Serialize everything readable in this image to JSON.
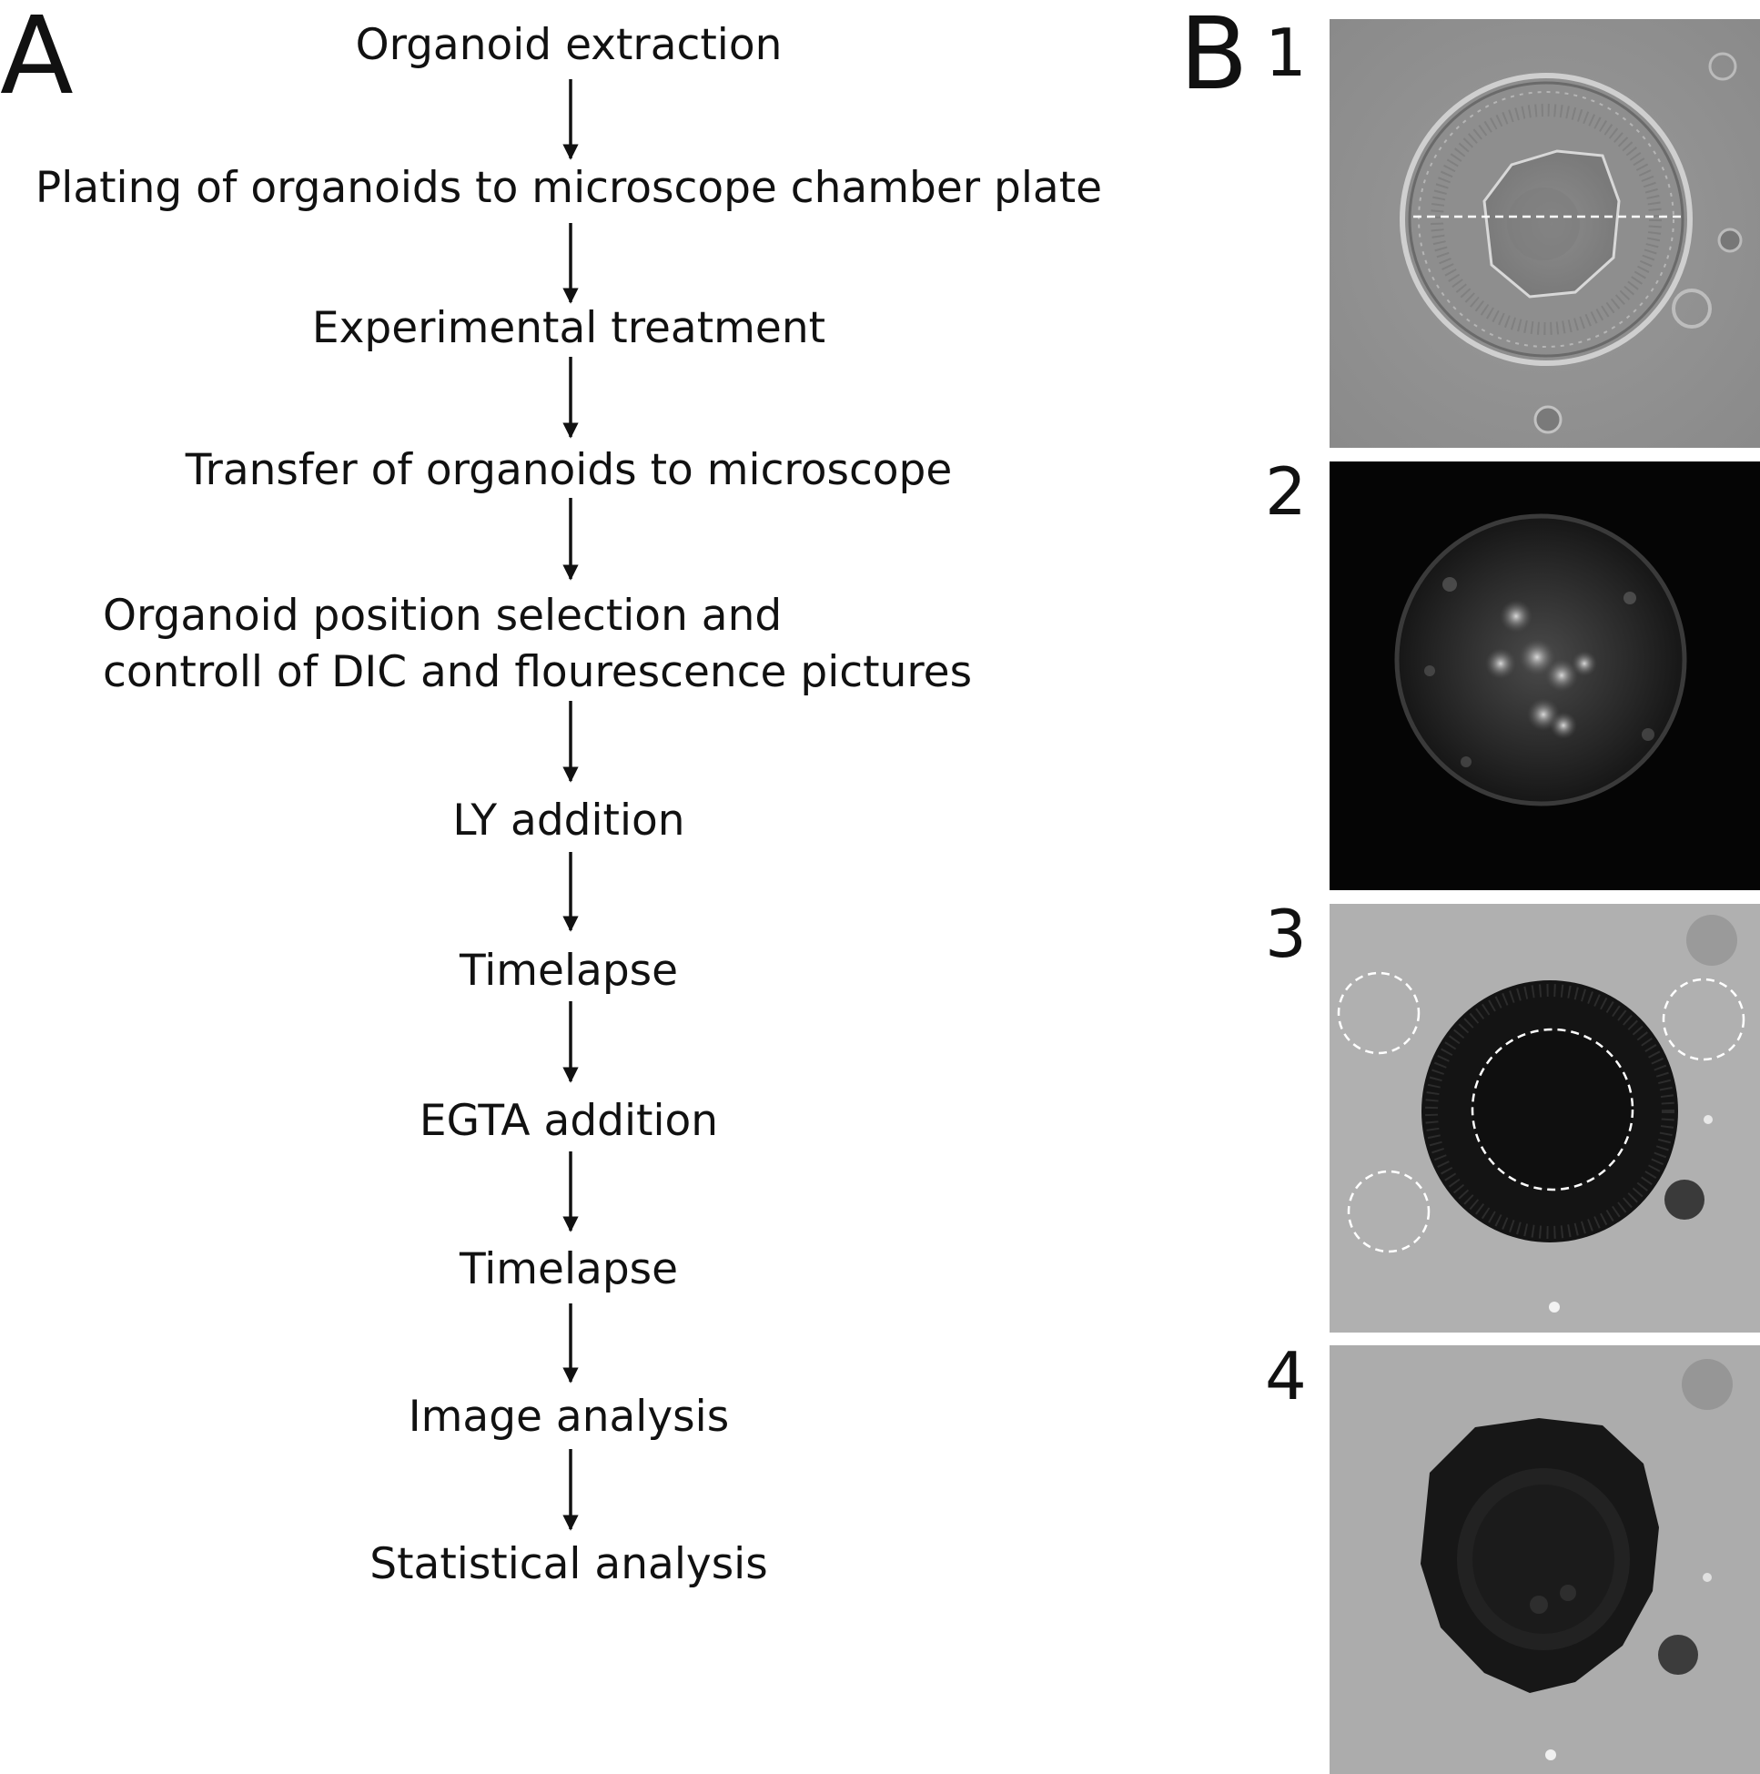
{
  "panelA": {
    "letter": "A",
    "steps": [
      "Organoid extraction",
      "Plating of organoids to microscope chamber plate",
      "Experimental treatment",
      "Transfer of organoids to microscope",
      "Organoid position selection and",
      "controll of DIC and flourescence pictures",
      "LY addition",
      "Timelapse",
      "EGTA addition",
      "Timelapse",
      "Image analysis",
      "Statistical analysis"
    ]
  },
  "panelB": {
    "letter": "B",
    "images": [
      {
        "number": "1",
        "kind": "DIC brightfield organoid"
      },
      {
        "number": "2",
        "kind": "fluorescence organoid"
      },
      {
        "number": "3",
        "kind": "LY fluorescence with regions"
      },
      {
        "number": "4",
        "kind": "LY fluorescence after EGTA"
      }
    ]
  }
}
